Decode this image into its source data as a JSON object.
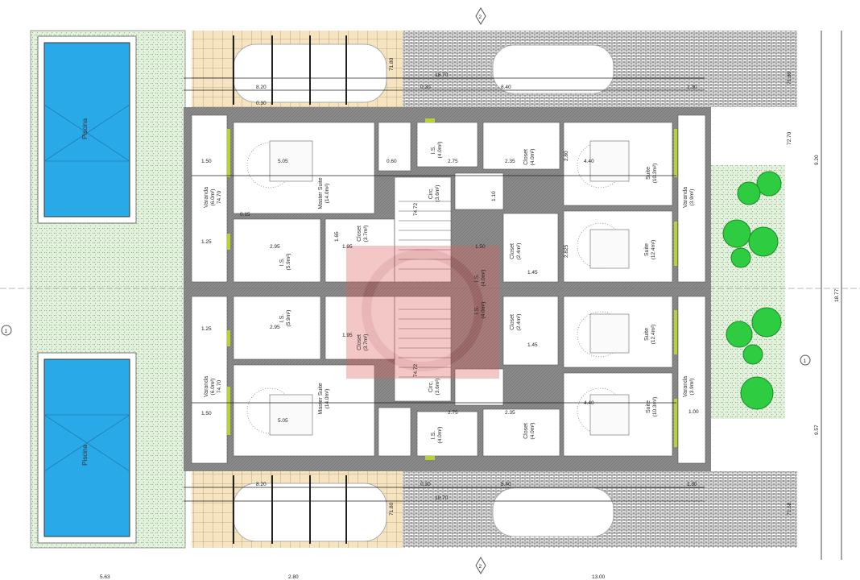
{
  "plan": {
    "colors": {
      "pool": "#2aa9e8",
      "grass": "#d7ecd0",
      "deck": "#f6e3c0",
      "paving": "#8c8c8c",
      "wall": "#7a7a7a",
      "tree": "#2ecc40",
      "window": "#b5d334",
      "watermark": "#e8a0a0"
    },
    "section_markers": [
      "1",
      "2",
      "1",
      "2"
    ],
    "pools": [
      "Piscina",
      "Piscina"
    ],
    "units": [
      {
        "varanda": "Varanda",
        "varanda_area": "(6.0m²)",
        "level": "74.70",
        "master": "Master Suite",
        "master_area": "(14.0m²)",
        "is1": "I.S.",
        "is1_area": "(5.9m²)",
        "closet": "Closet",
        "closet_area": "(3.7m²)",
        "is2": "I.S.",
        "is2_area": "(4.0m²)",
        "circ": "Circ.",
        "circ_area": "(3.6m²)",
        "closet2": "Closet",
        "closet2_area": "(4.0m²)",
        "suite1": "Suite",
        "suite1_area": "(10.3m²)",
        "suite2": "Suite",
        "suite2_area": "(12.4m²)",
        "closet3": "Closet",
        "closet3_area": "(2.4m²)",
        "is3": "I.S.",
        "is3_area": "(4.0m²)",
        "varanda2": "Varanda",
        "varanda2_area": "(3.9m²)",
        "stair_level": "74.72"
      },
      {
        "varanda": "Varanda",
        "varanda_area": "(6.0m²)",
        "level": "74.70",
        "master": "Master Suite",
        "master_area": "(14.0m²)",
        "is1": "I.S.",
        "is1_area": "(5.9m²)",
        "closet": "Closet",
        "closet_area": "(3.7m²)",
        "is2": "I.S.",
        "is2_area": "(4.0m²)",
        "circ": "Circ.",
        "circ_area": "(3.6m²)",
        "closet2": "Closet",
        "closet2_area": "(4.0m²)",
        "suite1": "Suite",
        "suite1_area": "(10.3m²)",
        "suite2": "Suite",
        "suite2_area": "(12.4m²)",
        "closet3": "Closet",
        "closet3_area": "(2.4m²)",
        "is3": "I.S.",
        "is3_area": "(4.0m²)",
        "varanda2": "Varanda",
        "varanda2_area": "(3.9m²)",
        "stair_level": "74.72"
      }
    ],
    "dims": {
      "overall_len": "18.70",
      "deck": "8.20",
      "drive": "8.40",
      "gap1": "0.30",
      "gap2": "1.30",
      "wall": "0.30",
      "varanda_w": "1.50",
      "varanda_w2": "1.25",
      "master_w": "5.05",
      "is_w": "2.95",
      "closet_w": "1.95",
      "closet_h": "1.65",
      "is2_w": "2.75",
      "closet2_w": "2.35",
      "suite_w": "4.40",
      "closet3_w": "1.45",
      "d060": "0.60",
      "d015": "0.15",
      "d110": "1.10",
      "d280": "2.80",
      "d2825": "2.825",
      "d150": "1.50",
      "d100": "1.00",
      "right_top": "9.20",
      "right_total": "18.77",
      "right_bottom": "9.57",
      "bottom_a": "5.63",
      "bottom_b": "2.80",
      "bottom_c": "13.00",
      "level_a": "71.80",
      "level_b": "71.69",
      "level_c": "71.68",
      "level_d": "72.70"
    }
  }
}
